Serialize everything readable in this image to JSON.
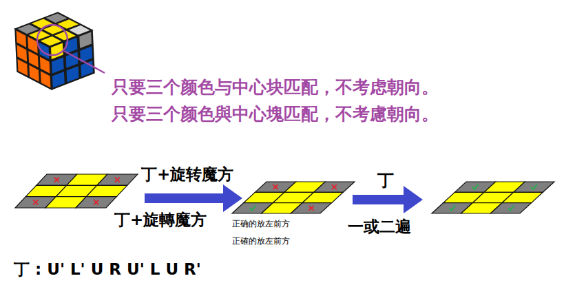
{
  "diagram": {
    "labels": [
      "只要三个颜色与中心块匹配，不考虑朝向。",
      "只要三个颜色與中心塊匹配，不考慮朝向。",
      "丁+旋转魔方",
      "丁+旋轉魔方",
      "正确的放左前方",
      "正確的放左前方",
      "丁",
      "一或二遍",
      "丁 : U' L' U R U' L U R'"
    ]
  }
}
